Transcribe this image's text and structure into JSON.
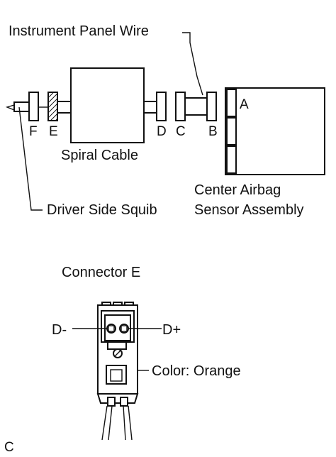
{
  "labels": {
    "instrument_panel_wire": "Instrument Panel Wire",
    "spiral_cable": "Spiral Cable",
    "center_airbag_line1": "Center Airbag",
    "center_airbag_line2": "Sensor Assembly",
    "driver_side_squib": "Driver Side Squib",
    "connector_title": "Connector E",
    "d_minus": "D-",
    "d_plus": "D+",
    "color_note": "Color: Orange",
    "corner_id": "C"
  },
  "connector_letters": {
    "A": "A",
    "B": "B",
    "C": "C",
    "D": "D",
    "E": "E",
    "F": "F"
  }
}
